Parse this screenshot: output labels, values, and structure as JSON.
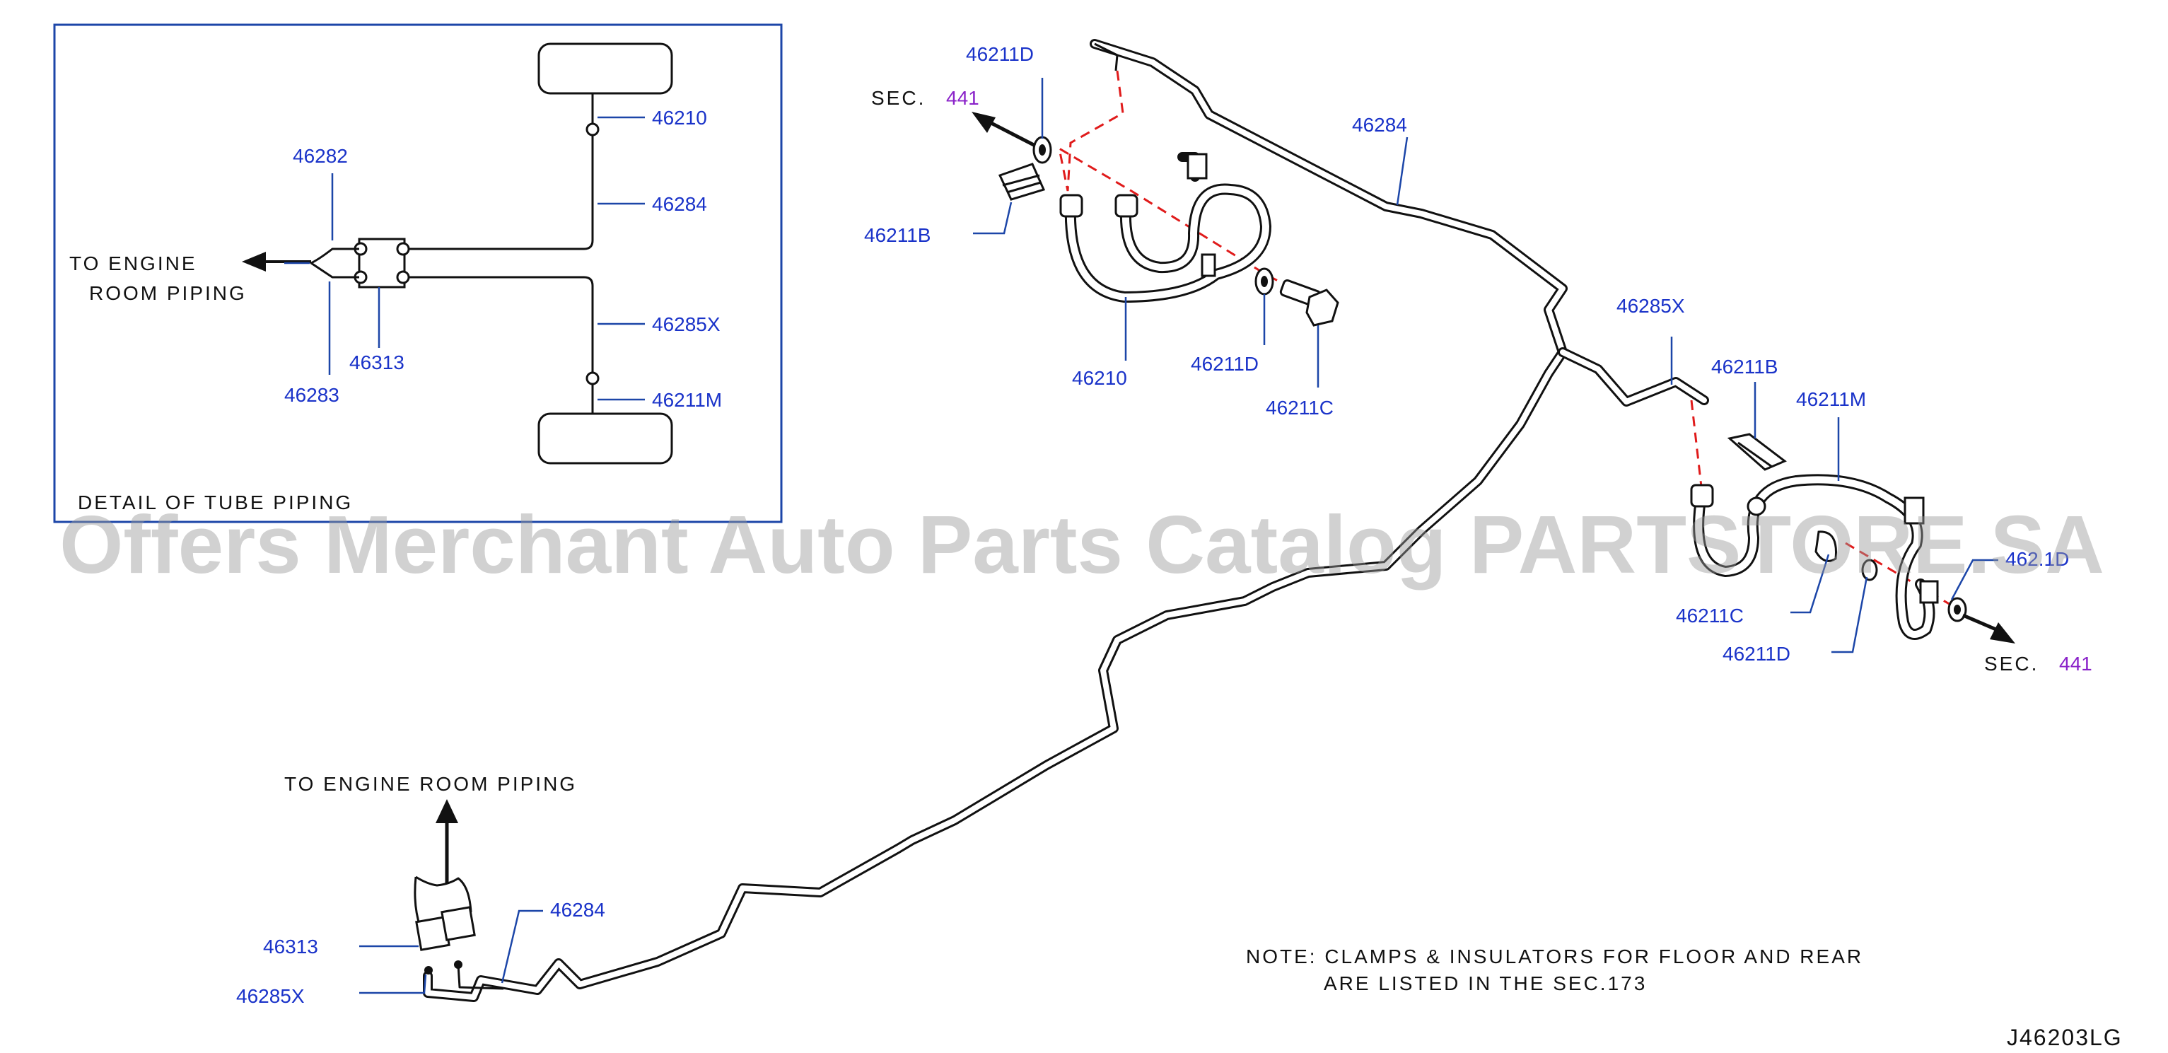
{
  "detail_box": {
    "title": "DETAIL OF TUBE PIPING",
    "to_engine_line1": "TO ENGINE",
    "to_engine_line2": "ROOM PIPING",
    "callouts": {
      "c46282": "46282",
      "c46210": "46210",
      "c46284": "46284",
      "c46285X": "46285X",
      "c46211M": "46211M",
      "c46313": "46313",
      "c46283": "46283"
    }
  },
  "front_assembly": {
    "sec_prefix": "SEC.",
    "sec_number": "441",
    "callouts": {
      "c46211D_top": "46211D",
      "c46211B": "46211B",
      "c46210": "46210",
      "c46211D_bottom": "46211D",
      "c46211C": "46211C",
      "c46284": "46284"
    }
  },
  "rear_assembly": {
    "sec_prefix": "SEC.",
    "sec_number": "441",
    "callouts": {
      "c46285X": "46285X",
      "c46211B": "46211B",
      "c46211M": "46211M",
      "c46211C": "46211C",
      "c46211D": "46211D",
      "c46211D_partial": "462.1D"
    }
  },
  "bottom_assembly": {
    "to_engine": "TO ENGINE ROOM PIPING",
    "callouts": {
      "c46284": "46284",
      "c46313": "46313",
      "c46285X": "46285X"
    }
  },
  "note": {
    "line1": "NOTE: CLAMPS & INSULATORS FOR FLOOR AND REAR",
    "line2": "ARE LISTED IN THE SEC.173"
  },
  "diagram_code": "J46203LG",
  "watermark": "Offers Merchant Auto Parts Catalog PARTSTORE.SA",
  "colors": {
    "callout": "#1a33c9",
    "sec_number": "#8a22c9",
    "leader": "#1c46a8",
    "centerline": "#e01b1b"
  }
}
